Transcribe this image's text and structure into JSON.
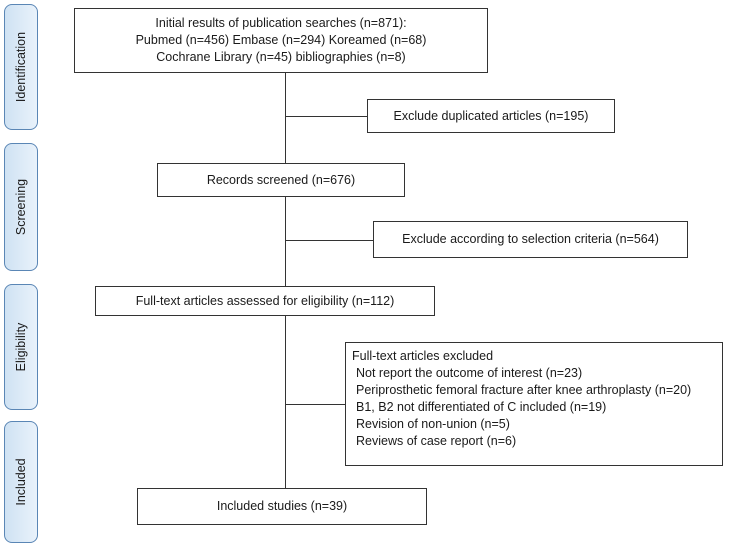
{
  "stages": [
    "Identification",
    "Screening",
    "Eligibility",
    "Included"
  ],
  "boxes": {
    "initial": [
      "Initial results of publication searches (n=871):",
      "Pubmed (n=456) Embase (n=294) Koreamed (n=68)",
      "Cochrane Library (n=45) bibliographies (n=8)"
    ],
    "duplicates": "Exclude duplicated articles (n=195)",
    "screened": "Records screened (n=676)",
    "criteria": "Exclude according to selection criteria (n=564)",
    "fulltext": "Full-text articles assessed for eligibility (n=112)",
    "excluded_title": "Full-text articles excluded",
    "excluded_items": [
      "Not report the outcome of interest (n=23)",
      "Periprosthetic femoral fracture after knee arthroplasty (n=20)",
      "B1, B2 not differentiated of C included (n=19)",
      "Revision of non-union (n=5)",
      "Reviews of case report (n=6)"
    ],
    "included": "Included studies (n=39)"
  }
}
